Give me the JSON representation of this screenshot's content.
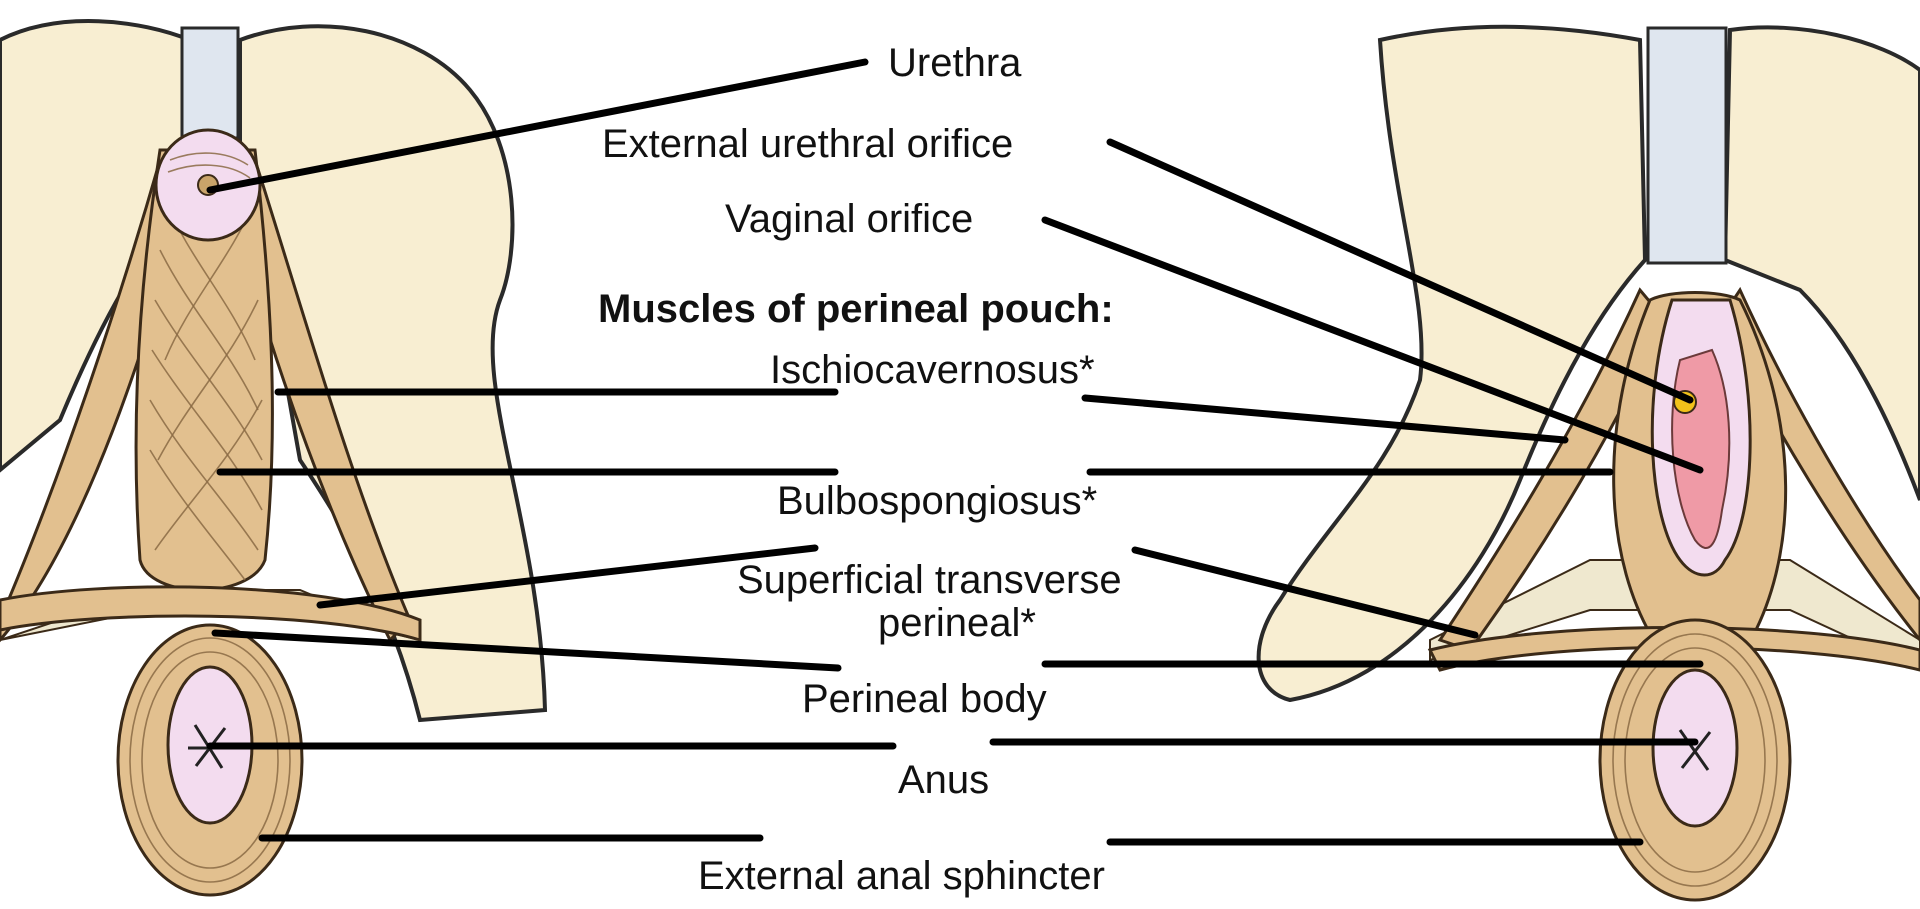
{
  "labels": {
    "urethra": "Urethra",
    "external_urethral_orifice": "External urethral orifice",
    "vaginal_orifice": "Vaginal orifice",
    "muscles_heading": "Muscles of perineal pouch:",
    "ischiocavernosus": "Ischiocavernosus*",
    "bulbospongiosus": "Bulbospongiosus*",
    "superficial_transverse_line1": "Superficial transverse",
    "superficial_transverse_line2": "perineal*",
    "perineal_body": "Perineal body",
    "anus": "Anus",
    "external_anal_sphincter": "External anal sphincter"
  },
  "colors": {
    "skin": "#f8eed2",
    "muscle": "#e2c08f",
    "mucosa": "#f3dcef",
    "vestibule": "#ef9aa6",
    "urethra_tube": "#dfe6ef",
    "orifice_marker": "#f2c21a",
    "leader_lines": "#000000"
  }
}
